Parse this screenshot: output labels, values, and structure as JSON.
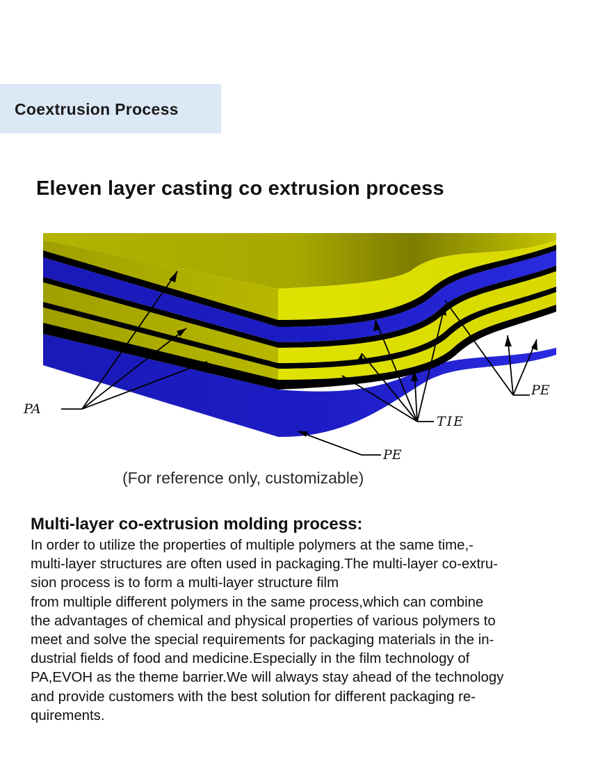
{
  "section": {
    "title": "Coextrusion Process"
  },
  "headline": "Eleven layer casting co extrusion process",
  "diagram": {
    "labels": {
      "pa": "PA",
      "tie": "TIE",
      "pe_right": "PE",
      "pe_bottom": "PE"
    },
    "colors": {
      "yellow": "#c8c800",
      "blue": "#1f1fd0",
      "black": "#000000"
    }
  },
  "caption": "(For reference only, customizable)",
  "article": {
    "title": "Multi-layer co-extrusion molding process:",
    "lines": [
      "In order to utilize the properties of multiple polymers at the same time,-",
      "multi-layer structures are often used in packaging.The multi-layer co-extru-",
      "sion process is to form a multi-layer structure film",
      "from multiple different polymers in the same process,which can combine",
      "the advantages of chemical and physical properties of various polymers to",
      "meet and solve the special requirements for packaging materials in the in-",
      "dustrial fields of food and medicine.Especially in the film technology of",
      "PA,EVOH as the theme barrier.We will always stay ahead of the technology",
      "and provide customers with the best solution for different packaging re-",
      "quirements."
    ]
  }
}
